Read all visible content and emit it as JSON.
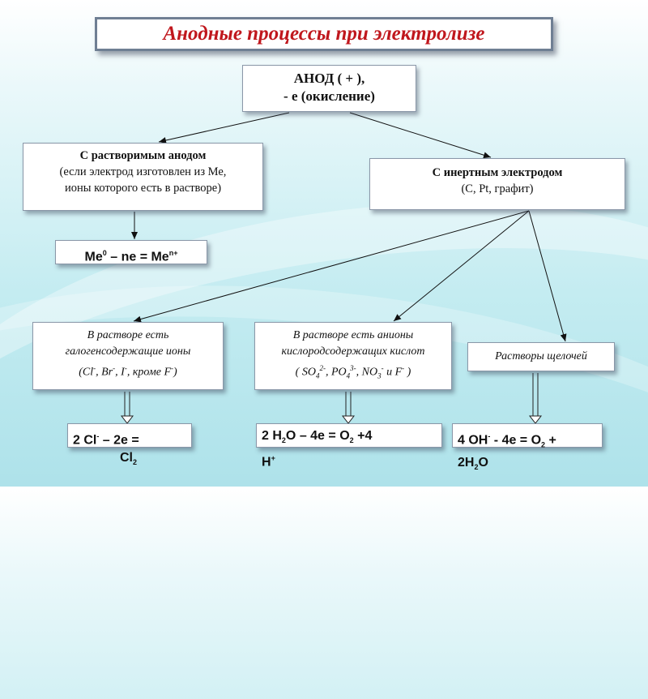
{
  "title": "Анодные процессы при электролизе",
  "anode": {
    "line1": "АНОД ( + ),",
    "line2": "- е (окисление)"
  },
  "soluble": {
    "heading": "С растворимым анодом",
    "line2": "(если электрод изготовлен из Ме,",
    "line3": "ионы которого есть в растворе)"
  },
  "inert": {
    "heading": "С инертным электродом",
    "line2": "(C, Pt, графит)"
  },
  "eq_metal": {
    "a": "Ме",
    "a_sup": "0",
    "b": " – nе = Ме",
    "b_sup": "n+"
  },
  "halogen": {
    "line1": "В растворе есть",
    "line2": "галогенсодержащие ионы",
    "l3a": "(Cl",
    "l3a_sup": "-",
    "l3b": ", Br",
    "l3b_sup": "-",
    "l3c": ", I",
    "l3c_sup": "-",
    "l3d": ", кроме F",
    "l3d_sup": "-",
    "l3e": ")"
  },
  "oxyacid": {
    "line1": "В растворе есть анионы",
    "line2": "кислородсодержащих кислот",
    "l3a": "( SO",
    "l3a_sub": "4",
    "l3a_sup": "2-",
    "l3b": ", PO",
    "l3b_sub": "4",
    "l3b_sup": "3-",
    "l3c": ", NO",
    "l3c_sub": "3",
    "l3c_sup": "-",
    "l3d": " и F",
    "l3d_sup": "-",
    "l3e": " )"
  },
  "alkali": "Растворы щелочей",
  "eq_cl": {
    "a": "2 Cl",
    "a_sup": "-",
    "b": " – 2е = ",
    "line2a": "Cl",
    "line2a_sub": "2"
  },
  "eq_water": {
    "a": "2 H",
    "a_sub": "2",
    "b": "O – 4е = O",
    "b_sub": "2",
    "c": " +4",
    "line2a": "H",
    "line2a_sup": "+"
  },
  "eq_oh": {
    "a": "4 OH",
    "a_sup": "-",
    "b": " - 4е = O",
    "b_sub": "2",
    "c": " +",
    "line2a": "2H",
    "line2a_sub": "2",
    "line2b": "O"
  }
}
